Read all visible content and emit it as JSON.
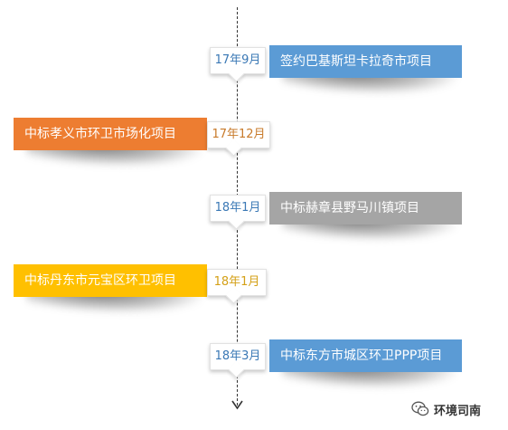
{
  "timeline": [
    {
      "date": "17年9月",
      "event": "签约巴基斯坦卡拉奇市项目",
      "side": "right",
      "color": "#5b9bd5",
      "date_style": "blue"
    },
    {
      "date": "17年12月",
      "event": "中标孝义市环卫市场化项目",
      "side": "left",
      "color": "#ed7d31",
      "date_style": "orange"
    },
    {
      "date": "18年1月",
      "event": "中标赫章县野马川镇项目",
      "side": "right",
      "color": "#a5a5a5",
      "date_style": "blue"
    },
    {
      "date": "18年1月",
      "event": "中标丹东市元宝区环卫项目",
      "side": "left",
      "color": "#ffc000",
      "date_style": "gold"
    },
    {
      "date": "18年3月",
      "event": "中标东方市城区环卫PPP项目",
      "side": "right",
      "color": "#5b9bd5",
      "date_style": "blue"
    }
  ],
  "watermark": {
    "text": "环境司南",
    "icon": "wechat-icon"
  }
}
